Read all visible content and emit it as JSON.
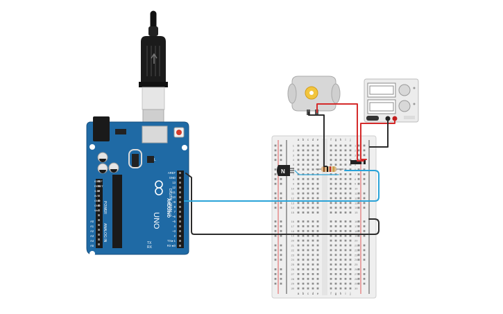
{
  "arduino": {
    "brand": "ARDUINO",
    "model": "UNO",
    "on_label": "ON",
    "tx_label": "TX",
    "rx_label": "RX",
    "l_label": "L",
    "digital_label": "DIGITAL (PWM ~)",
    "power_label": "POWER",
    "analog_label": "ANALOG IN",
    "top_pins": [
      "AREF",
      "GND",
      "13",
      "12",
      "~11",
      "~10",
      "~9",
      "8",
      "7",
      "~6",
      "~5",
      "4",
      "~3",
      "2",
      "TX►1",
      "RX◄0"
    ],
    "power_pins": [
      "IOREF",
      "RESET",
      "3.3V",
      "5V",
      "GND",
      "GND",
      "Vin"
    ],
    "analog_pins": [
      "A0",
      "A1",
      "A2",
      "A3",
      "A4",
      "A5"
    ]
  },
  "breadboard": {
    "cols_left": [
      "a",
      "b",
      "c",
      "d",
      "e"
    ],
    "cols_right": [
      "f",
      "g",
      "h",
      "i",
      "j"
    ],
    "rows": [
      "1",
      "2",
      "3",
      "4",
      "5",
      "6",
      "7",
      "8",
      "9",
      "10",
      "11",
      "12",
      "13",
      "14",
      "15",
      "16",
      "17",
      "18",
      "19",
      "20",
      "21",
      "22",
      "23",
      "24",
      "25",
      "26",
      "27",
      "28",
      "29",
      "30"
    ]
  },
  "transistor": {
    "label": "N"
  },
  "power_supply": {
    "display1": "",
    "display2": ""
  },
  "colors": {
    "arduino_blue": "#1f6aa5",
    "wire_black": "#2b2b2b",
    "wire_red": "#d42a2a",
    "wire_blue": "#2aa3d8",
    "breadboard": "#efefef",
    "motor_gear": "#f2c53d"
  }
}
